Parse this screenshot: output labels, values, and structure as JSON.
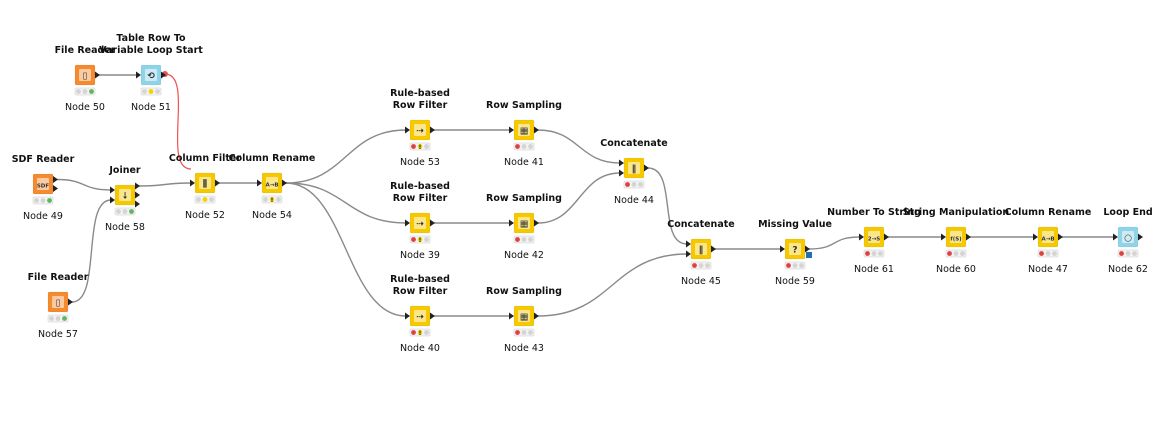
{
  "nodes": [
    {
      "id": "n50",
      "name_lines": [
        "File Reader"
      ],
      "label": "Node 50",
      "icon": "file-reader-icon",
      "color": "#F58A2E",
      "glyph": "▯",
      "status": [
        "grey",
        "grey",
        "green"
      ],
      "inputs": 0,
      "outputs": 1
    },
    {
      "id": "n51",
      "name_lines": [
        "Table Row To",
        "Variable Loop Start"
      ],
      "label": "Node 51",
      "icon": "loop-start-icon",
      "color": "#8FD3E8",
      "glyph": "⟲",
      "status": [
        "grey",
        "yellow",
        "grey"
      ],
      "inputs": 1,
      "outputs": 1,
      "flow_var_out": true
    },
    {
      "id": "n49",
      "name_lines": [
        "SDF Reader"
      ],
      "label": "Node 49",
      "icon": "sdf-reader-icon",
      "color": "#F58A2E",
      "glyph": "SDF",
      "status": [
        "grey",
        "grey",
        "green"
      ],
      "inputs": 0,
      "outputs": 2
    },
    {
      "id": "n57",
      "name_lines": [
        "File Reader"
      ],
      "label": "Node 57",
      "icon": "file-reader-icon",
      "color": "#F58A2E",
      "glyph": "▯",
      "status": [
        "grey",
        "grey",
        "green"
      ],
      "inputs": 0,
      "outputs": 1
    },
    {
      "id": "n58",
      "name_lines": [
        "Joiner"
      ],
      "label": "Node 58",
      "icon": "joiner-icon",
      "color": "#F5C800",
      "glyph": "⭣",
      "status": [
        "grey",
        "grey",
        "green"
      ],
      "inputs": 2,
      "outputs": 3
    },
    {
      "id": "n52",
      "name_lines": [
        "Column Filter"
      ],
      "label": "Node 52",
      "icon": "column-filter-icon",
      "color": "#F5C800",
      "glyph": "⫼",
      "status": [
        "grey",
        "yellow",
        "grey"
      ],
      "inputs": 1,
      "outputs": 1
    },
    {
      "id": "n54",
      "name_lines": [
        "Column Rename"
      ],
      "label": "Node 54",
      "icon": "column-rename-icon",
      "color": "#F5C800",
      "glyph": "A→B",
      "status": [
        "grey",
        "warn",
        "grey"
      ],
      "inputs": 1,
      "outputs": 1
    },
    {
      "id": "n53",
      "name_lines": [
        "Rule-based",
        "Row Filter"
      ],
      "label": "Node 53",
      "icon": "rule-row-filter-icon",
      "color": "#F5C800",
      "glyph": "⇢",
      "status": [
        "red",
        "warn",
        "grey"
      ],
      "inputs": 1,
      "outputs": 1
    },
    {
      "id": "n39",
      "name_lines": [
        "Rule-based",
        "Row Filter"
      ],
      "label": "Node 39",
      "icon": "rule-row-filter-icon",
      "color": "#F5C800",
      "glyph": "⇢",
      "status": [
        "red",
        "warn",
        "grey"
      ],
      "inputs": 1,
      "outputs": 1
    },
    {
      "id": "n40",
      "name_lines": [
        "Rule-based",
        "Row Filter"
      ],
      "label": "Node 40",
      "icon": "rule-row-filter-icon",
      "color": "#F5C800",
      "glyph": "⇢",
      "status": [
        "red",
        "warn",
        "grey"
      ],
      "inputs": 1,
      "outputs": 1
    },
    {
      "id": "n41",
      "name_lines": [
        "Row Sampling"
      ],
      "label": "Node 41",
      "icon": "row-sampling-icon",
      "color": "#F5C800",
      "glyph": "▦",
      "status": [
        "red",
        "grey",
        "grey"
      ],
      "inputs": 1,
      "outputs": 1
    },
    {
      "id": "n42",
      "name_lines": [
        "Row Sampling"
      ],
      "label": "Node 42",
      "icon": "row-sampling-icon",
      "color": "#F5C800",
      "glyph": "▦",
      "status": [
        "red",
        "grey",
        "grey"
      ],
      "inputs": 1,
      "outputs": 1
    },
    {
      "id": "n43",
      "name_lines": [
        "Row Sampling"
      ],
      "label": "Node 43",
      "icon": "row-sampling-icon",
      "color": "#F5C800",
      "glyph": "▦",
      "status": [
        "red",
        "grey",
        "grey"
      ],
      "inputs": 1,
      "outputs": 1
    },
    {
      "id": "n44",
      "name_lines": [
        "Concatenate"
      ],
      "label": "Node 44",
      "icon": "concatenate-icon",
      "color": "#F5C800",
      "glyph": "∥",
      "status": [
        "red",
        "grey",
        "grey"
      ],
      "inputs": 2,
      "outputs": 1
    },
    {
      "id": "n45",
      "name_lines": [
        "Concatenate"
      ],
      "label": "Node 45",
      "icon": "concatenate-icon",
      "color": "#F5C800",
      "glyph": "∥",
      "status": [
        "red",
        "grey",
        "grey"
      ],
      "inputs": 2,
      "outputs": 1
    },
    {
      "id": "n59",
      "name_lines": [
        "Missing Value"
      ],
      "label": "Node 59",
      "icon": "missing-value-icon",
      "color": "#F5C800",
      "glyph": "?",
      "status": [
        "red",
        "grey",
        "grey"
      ],
      "inputs": 1,
      "outputs": 1,
      "model_out": true
    },
    {
      "id": "n61",
      "name_lines": [
        "Number To String"
      ],
      "label": "Node 61",
      "icon": "number-to-string-icon",
      "color": "#F5C800",
      "glyph": "2→S",
      "status": [
        "red",
        "grey",
        "grey"
      ],
      "inputs": 1,
      "outputs": 1
    },
    {
      "id": "n60",
      "name_lines": [
        "String Manipulation"
      ],
      "label": "Node 60",
      "icon": "string-manipulation-icon",
      "color": "#F5C800",
      "glyph": "f(S)",
      "status": [
        "red",
        "grey",
        "grey"
      ],
      "inputs": 1,
      "outputs": 1
    },
    {
      "id": "n47",
      "name_lines": [
        "Column Rename"
      ],
      "label": "Node 47",
      "icon": "column-rename-icon",
      "color": "#F5C800",
      "glyph": "A→B",
      "status": [
        "red",
        "grey",
        "grey"
      ],
      "inputs": 1,
      "outputs": 1
    },
    {
      "id": "n62",
      "name_lines": [
        "Loop End"
      ],
      "label": "Node 62",
      "icon": "loop-end-icon",
      "color": "#8FD3E8",
      "glyph": "○",
      "status": [
        "red",
        "grey",
        "grey"
      ],
      "inputs": 1,
      "outputs": 1
    }
  ],
  "connections": [
    {
      "from": "n50",
      "to": "n51",
      "kind": "data"
    },
    {
      "from": "n51",
      "to": "n52",
      "kind": "variable"
    },
    {
      "from": "n49",
      "to": "n58",
      "kind": "data"
    },
    {
      "from": "n57",
      "to": "n58",
      "kind": "data"
    },
    {
      "from": "n58",
      "to": "n52",
      "kind": "data"
    },
    {
      "from": "n52",
      "to": "n54",
      "kind": "data"
    },
    {
      "from": "n54",
      "to": "n53",
      "kind": "data"
    },
    {
      "from": "n54",
      "to": "n39",
      "kind": "data"
    },
    {
      "from": "n54",
      "to": "n40",
      "kind": "data"
    },
    {
      "from": "n53",
      "to": "n41",
      "kind": "data"
    },
    {
      "from": "n39",
      "to": "n42",
      "kind": "data"
    },
    {
      "from": "n40",
      "to": "n43",
      "kind": "data"
    },
    {
      "from": "n41",
      "to": "n44",
      "kind": "data"
    },
    {
      "from": "n42",
      "to": "n44",
      "kind": "data"
    },
    {
      "from": "n44",
      "to": "n45",
      "kind": "data"
    },
    {
      "from": "n43",
      "to": "n45",
      "kind": "data"
    },
    {
      "from": "n45",
      "to": "n59",
      "kind": "data"
    },
    {
      "from": "n59",
      "to": "n61",
      "kind": "data"
    },
    {
      "from": "n61",
      "to": "n60",
      "kind": "data"
    },
    {
      "from": "n60",
      "to": "n47",
      "kind": "data"
    },
    {
      "from": "n47",
      "to": "n62",
      "kind": "data"
    }
  ],
  "colors": {
    "manipulator": "#F5C800",
    "source": "#F58A2E",
    "loop": "#8FD3E8",
    "connection": "#8a8a8a",
    "variable_connection": "#f05050",
    "status_red": "#e04040",
    "status_yellow": "#f3d400",
    "status_green": "#5cb85c",
    "status_grey": "#d4d4d4"
  }
}
